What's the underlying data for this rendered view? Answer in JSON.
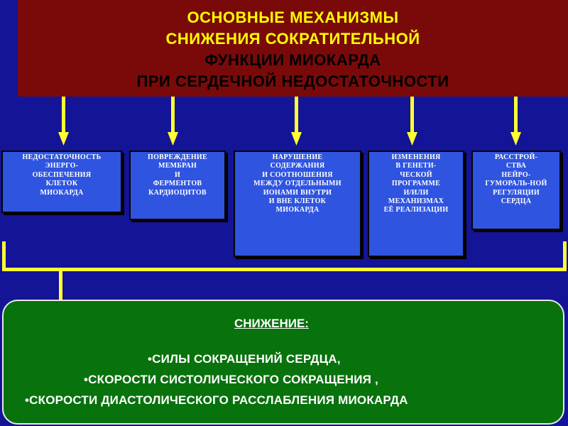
{
  "title": {
    "lines": [
      "ОСНОВНЫЕ МЕХАНИЗМЫ",
      "СНИЖЕНИЯ СОКРАТИТЕЛЬНОЙ",
      "ФУНКЦИИ МИОКАРДА",
      "ПРИ СЕРДЕЧНОЙ НЕДОСТАТОЧНОСТИ"
    ]
  },
  "causes": [
    {
      "lines": [
        "НЕДОСТАТОЧНОСТЬ",
        "ЭНЕРГО-",
        "ОБЕСПЕЧЕНИЯ",
        "КЛЕТОК",
        "МИОКАРДА"
      ]
    },
    {
      "lines": [
        "ПОВРЕЖДЕНИЕ",
        "МЕМБРАН",
        "И",
        "ФЕРМЕНТОВ",
        "КАРДИОЦИТОВ"
      ]
    },
    {
      "lines": [
        "НАРУШЕНИЕ",
        "СОДЕРЖАНИЯ",
        "И СООТНОШЕНИЯ",
        "МЕЖДУ ОТДЕЛЬНЫМИ",
        "ИОНАМИ ВНУТРИ",
        "И ВНЕ КЛЕТОК",
        "МИОКАРДА"
      ]
    },
    {
      "lines": [
        "ИЗМЕНЕНИЯ",
        "В ГЕНЕТИ-",
        "ЧЕСКОЙ",
        "ПРОГРАММЕ",
        "И/ИЛИ",
        "МЕХАНИЗМАХ",
        "ЕЁ РЕАЛИЗАЦИИ"
      ]
    },
    {
      "lines": [
        "РАССТРОЙ-",
        "СТВА",
        "НЕЙРО-",
        "ГУМОРАЛЬ-НОЙ",
        "РЕГУЛЯЦИИ",
        "СЕРДЦА"
      ]
    }
  ],
  "result": {
    "heading": "СНИЖЕНИЕ:",
    "items": [
      "•СИЛЫ СОКРАЩЕНИЙ СЕРДЦА,",
      "•СКОРОСТИ СИСТОЛИЧЕСКОГО СОКРАЩЕНИЯ ,",
      "•СКОРОСТИ ДИАСТОЛИЧЕСКОГО РАССЛАБЛЕНИЯ МИОКАРДА"
    ]
  },
  "colors": {
    "background": "#141496",
    "title_box": "#7a0a0a",
    "title_text": "#ffff00",
    "cause_box": "#2f55e0",
    "connector": "#ffff33",
    "result_box": "#08720c"
  }
}
